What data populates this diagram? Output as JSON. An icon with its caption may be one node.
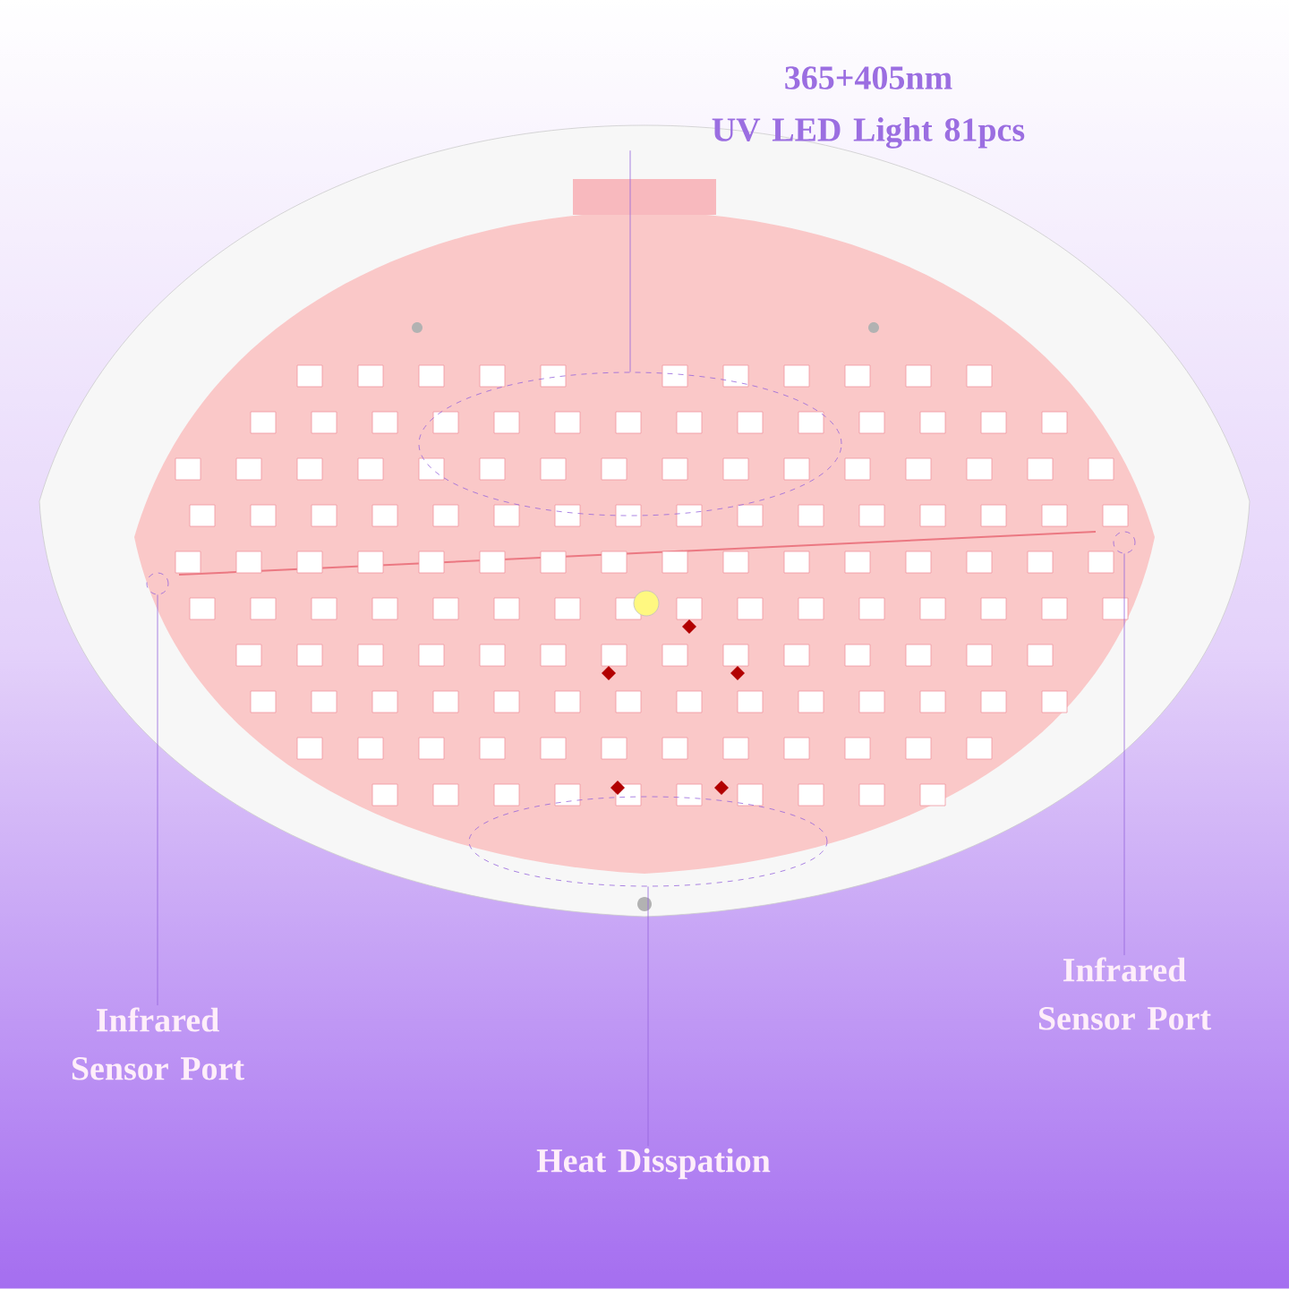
{
  "diagram": {
    "nodes": [
      {
        "text": [
          "365+405nm",
          "UV LED Light 81pcs"
        ]
      },
      {
        "text": [],
        "shape": "ellipse"
      },
      {
        "text": [
          "Infrared Sensor Port"
        ]
      },
      {
        "text": [],
        "shape": "circle"
      },
      {
        "text": [
          "Infrared Sensor Port"
        ]
      },
      {
        "text": [],
        "shape": "circle"
      },
      {
        "text": [
          "Heat Disspation"
        ]
      },
      {
        "text": [],
        "shape": "ellipse"
      }
    ],
    "edges": [
      {
        "from": 0,
        "to": 1,
        "arrow": "none"
      },
      {
        "from": 2,
        "to": 3,
        "arrow": "none"
      },
      {
        "from": 4,
        "to": 5,
        "arrow": "none"
      },
      {
        "from": 6,
        "to": 7,
        "arrow": "none"
      }
    ]
  }
}
